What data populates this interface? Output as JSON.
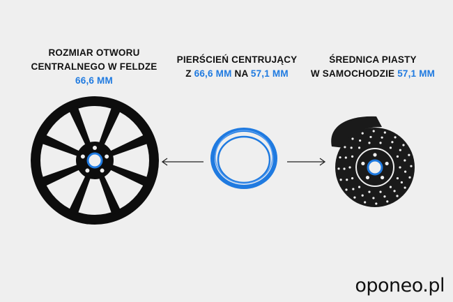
{
  "left_caption": {
    "line1": "ROZMIAR OTWORU",
    "line2": "CENTRALNEGO W FELDZE",
    "value": "66,6 MM"
  },
  "middle_caption": {
    "line1": "PIERŚCIEŃ CENTRUJĄCY",
    "prefix": "Z ",
    "from_value": "66,6 MM",
    "connector": " NA ",
    "to_value": "57,1 MM"
  },
  "right_caption": {
    "line1": "ŚREDNICA PIASTY",
    "prefix": "W SAMOCHODZIE ",
    "value": "57,1 MM"
  },
  "brand": "oponeo.pl",
  "colors": {
    "accent": "#1f7ae0",
    "ink": "#111111",
    "background": "#efefef"
  }
}
